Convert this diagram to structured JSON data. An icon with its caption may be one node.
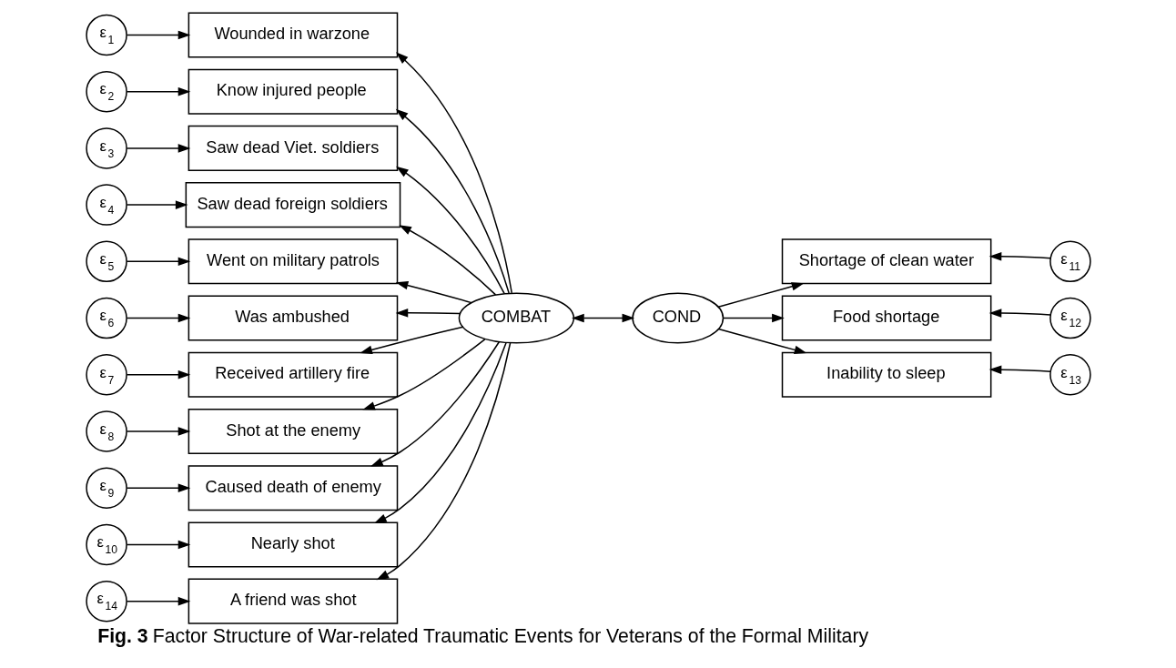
{
  "diagram": {
    "caption": "**Fig. 3** Factor Structure of War-related Traumatic Events for Veterans of the Formal Military",
    "nodes": [
      {
        "text": [
          "ε$_{1}$"
        ]
      },
      {
        "text": [
          "Wounded in warzone"
        ]
      },
      {
        "text": [
          "ε$_{2}$"
        ]
      },
      {
        "text": [
          "Know injured people"
        ]
      },
      {
        "text": [
          "ε$_{3}$"
        ]
      },
      {
        "text": [
          "Saw dead Viet. soldiers"
        ]
      },
      {
        "text": [
          "ε$_{4}$"
        ]
      },
      {
        "text": [
          "Saw dead foreign soldiers"
        ]
      },
      {
        "text": [
          "ε$_{5}$"
        ]
      },
      {
        "text": [
          "Went on military patrols"
        ]
      },
      {
        "text": [
          "ε$_{6}$"
        ]
      },
      {
        "text": [
          "Was ambushed"
        ]
      },
      {
        "text": [
          "ε$_{7}$"
        ]
      },
      {
        "text": [
          "Received artillery fire"
        ]
      },
      {
        "text": [
          "ε$_{8}$"
        ]
      },
      {
        "text": [
          "Shot at the enemy"
        ]
      },
      {
        "text": [
          "ε$_{9}$"
        ]
      },
      {
        "text": [
          "Caused death of enemy"
        ]
      },
      {
        "text": [
          "ε$_{10}$"
        ]
      },
      {
        "text": [
          "Nearly shot"
        ]
      },
      {
        "text": [
          "ε$_{14}$"
        ]
      },
      {
        "text": [
          "A friend was shot"
        ]
      },
      {
        "text": [
          "COMBAT"
        ]
      },
      {
        "text": [
          "COND"
        ]
      },
      {
        "text": [
          "Shortage of clean water"
        ]
      },
      {
        "text": [
          "ε$_{11}$"
        ]
      },
      {
        "text": [
          "Food shortage"
        ]
      },
      {
        "text": [
          "ε$_{12}$"
        ]
      },
      {
        "text": [
          "Inability to sleep"
        ]
      },
      {
        "text": [
          "ε$_{13}$"
        ]
      }
    ],
    "edges": [
      {
        "from": 0,
        "to": 1,
        "arrow": "to"
      },
      {
        "from": 2,
        "to": 3,
        "arrow": "to"
      },
      {
        "from": 4,
        "to": 5,
        "arrow": "to"
      },
      {
        "from": 6,
        "to": 7,
        "arrow": "to"
      },
      {
        "from": 8,
        "to": 9,
        "arrow": "to"
      },
      {
        "from": 10,
        "to": 11,
        "arrow": "to"
      },
      {
        "from": 12,
        "to": 13,
        "arrow": "to"
      },
      {
        "from": 14,
        "to": 15,
        "arrow": "to"
      },
      {
        "from": 16,
        "to": 17,
        "arrow": "to"
      },
      {
        "from": 18,
        "to": 19,
        "arrow": "to"
      },
      {
        "from": 20,
        "to": 21,
        "arrow": "to"
      },
      {
        "from": 22,
        "to": 1,
        "arrow": "to"
      },
      {
        "from": 22,
        "to": 3,
        "arrow": "to"
      },
      {
        "from": 22,
        "to": 5,
        "arrow": "to"
      },
      {
        "from": 22,
        "to": 7,
        "arrow": "to"
      },
      {
        "from": 22,
        "to": 9,
        "arrow": "to"
      },
      {
        "from": 22,
        "to": 11,
        "arrow": "to"
      },
      {
        "from": 22,
        "to": 13,
        "arrow": "to"
      },
      {
        "from": 22,
        "to": 15,
        "arrow": "to"
      },
      {
        "from": 22,
        "to": 17,
        "arrow": "to"
      },
      {
        "from": 22,
        "to": 19,
        "arrow": "to"
      },
      {
        "from": 22,
        "to": 21,
        "arrow": "to"
      },
      {
        "from": 22,
        "to": 23,
        "arrow": "both"
      },
      {
        "from": 23,
        "to": 24,
        "arrow": "to"
      },
      {
        "from": 23,
        "to": 26,
        "arrow": "to"
      },
      {
        "from": 23,
        "to": 28,
        "arrow": "to"
      },
      {
        "from": 25,
        "to": 24,
        "arrow": "to"
      },
      {
        "from": 27,
        "to": 26,
        "arrow": "to"
      },
      {
        "from": 29,
        "to": 28,
        "arrow": "to"
      }
    ]
  }
}
